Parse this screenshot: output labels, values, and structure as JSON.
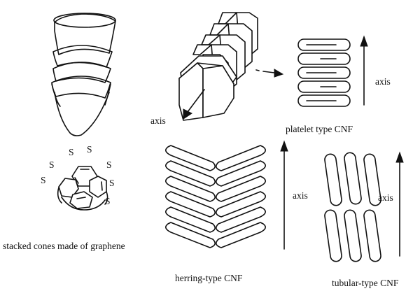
{
  "labels": {
    "stacked_cones": "stacked cones made of graphene",
    "platelet": "platelet type CNF",
    "herring": "herring-type CNF",
    "tubular": "tubular-type CNF",
    "axis_hex": "axis",
    "axis_platelet": "axis",
    "axis_herring": "axis",
    "axis_tubular": "axis"
  },
  "graphene_atom_label": "S",
  "colors": {
    "ink": "#111111",
    "background": "#ffffff"
  }
}
